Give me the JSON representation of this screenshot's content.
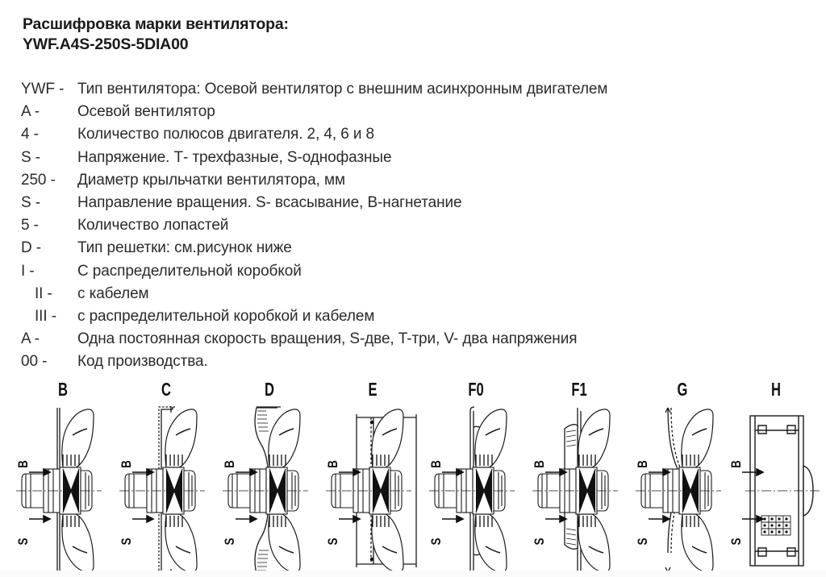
{
  "title": {
    "line1": "Расшифровка марки вентилятора:",
    "line2": "YWF.A4S-250S-5DIA00"
  },
  "spec_list": [
    {
      "code": "YWF -",
      "text": "Тип вентилятора: Осевой вентилятор с внешним асинхронным двигателем"
    },
    {
      "code": "A -",
      "text": "Осевой вентилятор"
    },
    {
      "code": "4 -",
      "text": "Количество полюсов двигателя. 2, 4, 6 и 8"
    },
    {
      "code": "S -",
      "text": "Напряжение. Т- трехфазные, S-однофазные"
    },
    {
      "code": "250 -",
      "text": "Диаметр крыльчатки вентилятора, мм"
    },
    {
      "code": "S -",
      "text": "Направление вращения. S- всасывание, B-нагнетание"
    },
    {
      "code": "5 -",
      "text": "Количество лопастей"
    },
    {
      "code": "D -",
      "text": "Тип решетки: см.рисунок ниже"
    },
    {
      "code": "I -",
      "text": "С распределительной коробкой"
    },
    {
      "code": "II  -",
      "text": "с кабелем",
      "indent": true
    },
    {
      "code": "III -",
      "text": "с распределительной коробкой и кабелем",
      "indent": true
    },
    {
      "code": "A -",
      "text": "Одна постоянная скорость вращения, S-две, T-три, V- два напряжения"
    },
    {
      "code": "00 -",
      "text": "Код производства."
    }
  ],
  "diagrams": [
    {
      "label": "B",
      "type": "flat-plate",
      "airflow_in": "B",
      "airflow_out": "S"
    },
    {
      "label": "C",
      "type": "flanged-plate",
      "airflow_in": "B",
      "airflow_out": "S"
    },
    {
      "label": "D",
      "type": "venturi-cone",
      "airflow_in": "B",
      "airflow_out": "S"
    },
    {
      "label": "E",
      "type": "square-frame",
      "airflow_in": "B",
      "airflow_out": "S"
    },
    {
      "label": "F0",
      "type": "tall-plate",
      "airflow_in": "B",
      "airflow_out": "S"
    },
    {
      "label": "F1",
      "type": "tall-plate-lip",
      "airflow_in": "B",
      "airflow_out": "S"
    },
    {
      "label": "G",
      "type": "s-curve-plate",
      "airflow_in": "B",
      "airflow_out": "S"
    },
    {
      "label": "H",
      "type": "box-housing",
      "airflow_in": "B",
      "airflow_out": "S"
    }
  ],
  "colors": {
    "background": "#ffffff",
    "text": "#2b2b2b",
    "title": "#1a1a1a",
    "line_art": "#1a1a1a"
  }
}
